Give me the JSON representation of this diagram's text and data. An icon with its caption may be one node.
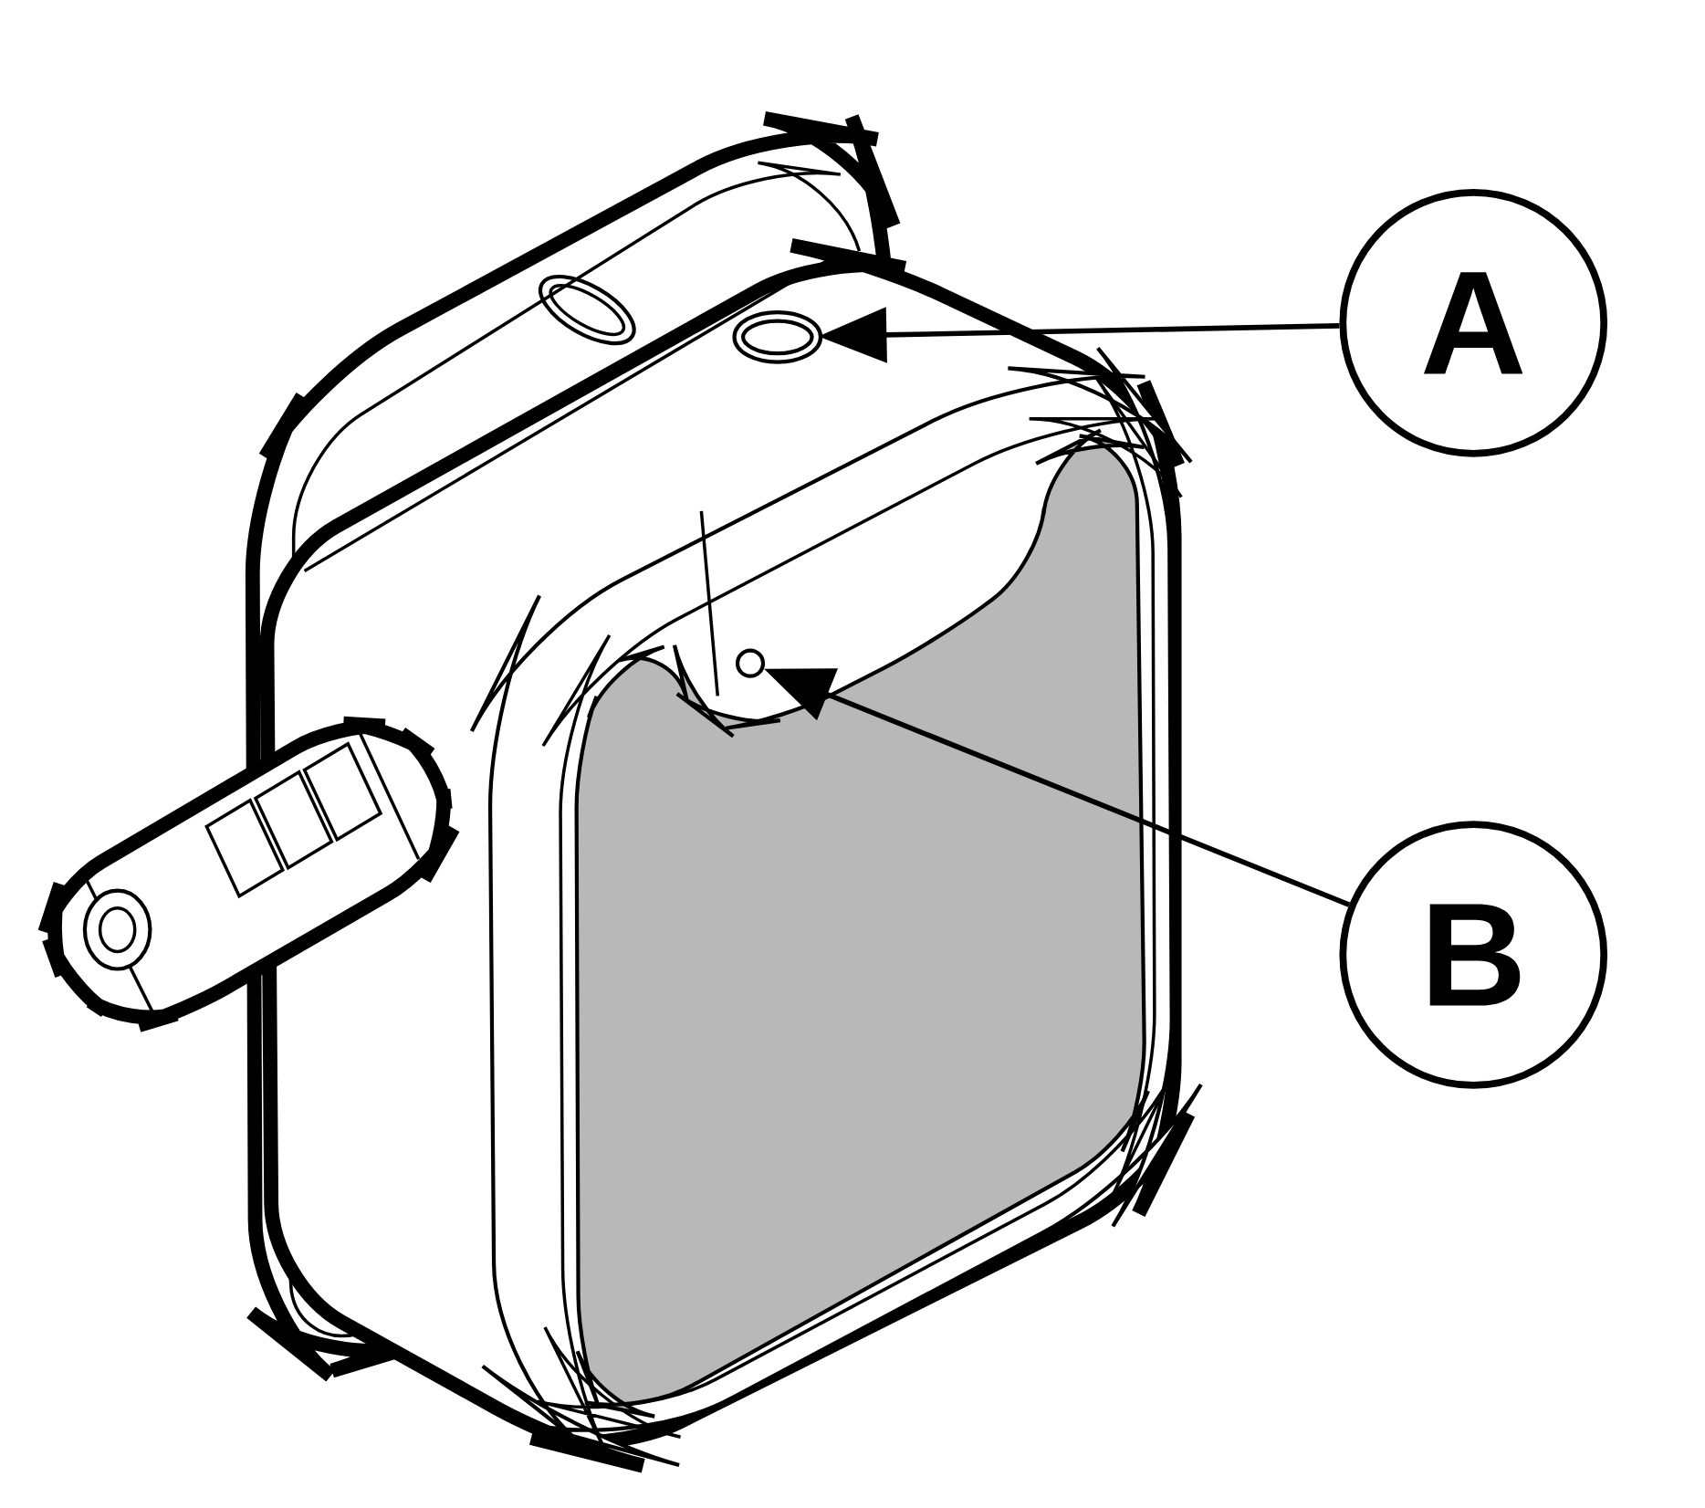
{
  "diagram": {
    "nodes": [
      {
        "text": [
          "A"
        ]
      },
      {
        "text": [
          "B"
        ]
      },
      {
        "text": [],
        "shape": "circle"
      },
      {
        "text": [],
        "shape": "circle"
      }
    ],
    "edges": [
      {
        "from": 0,
        "to": 2,
        "arrow": "to"
      },
      {
        "from": 1,
        "to": 3,
        "arrow": "to"
      }
    ]
  }
}
